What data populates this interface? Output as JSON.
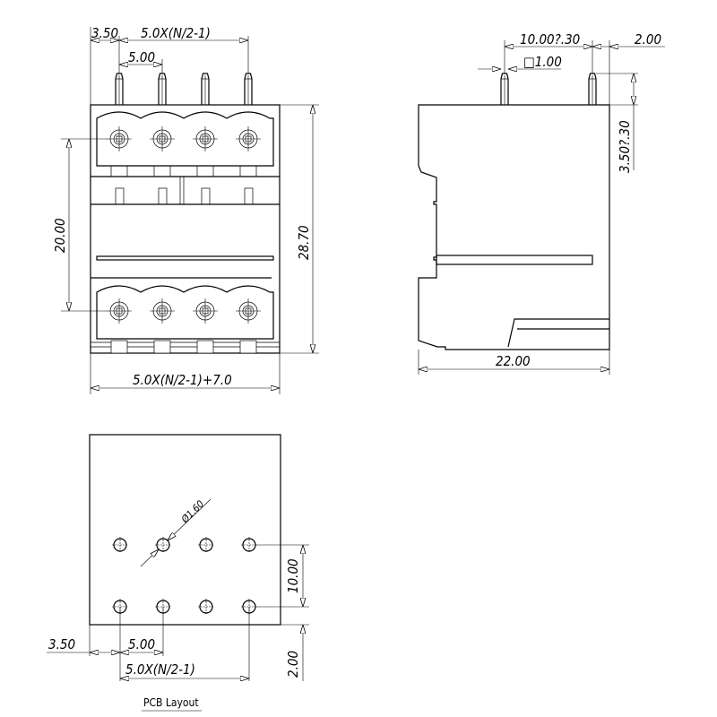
{
  "front_view": {
    "dim_offset": "3.50",
    "dim_pitch_total": "5.0X(N/2-1)",
    "dim_pitch": "5.00",
    "dim_row_spacing": "20.00",
    "dim_height": "28.70",
    "dim_width": "5.0X(N/2-1)+7.0"
  },
  "side_view": {
    "dim_pin_spacing": "10.00?.30",
    "dim_edge": "2.00",
    "dim_pin_size": "□1.00",
    "dim_pin_length": "3.50?.30",
    "dim_depth": "22.00"
  },
  "pcb_layout": {
    "dim_hole_diameter": "Ø1.60",
    "dim_row_spacing": "10.00",
    "dim_edge": "2.00",
    "dim_offset": "3.50",
    "dim_pitch": "5.00",
    "dim_pitch_total": "5.0X(N/2-1)",
    "title": "PCB Layout"
  }
}
